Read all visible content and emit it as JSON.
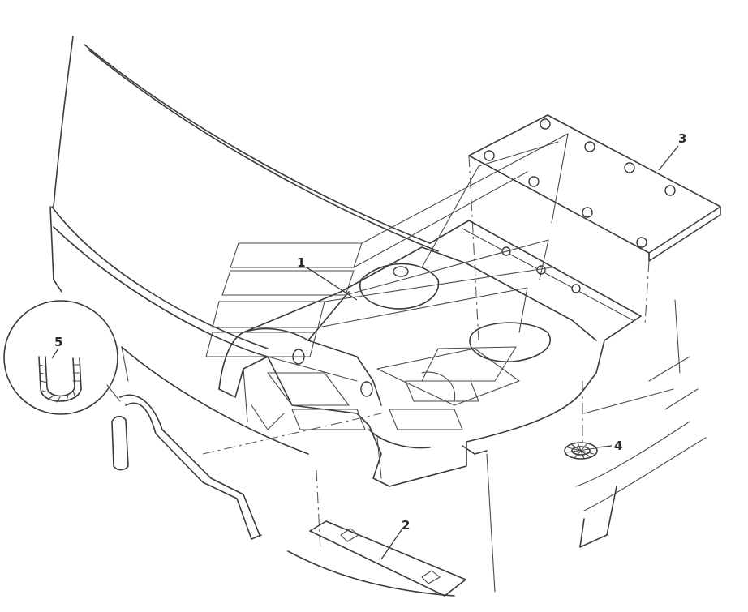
{
  "diagram": {
    "callouts": [
      {
        "id": "1",
        "label": "1"
      },
      {
        "id": "2",
        "label": "2"
      },
      {
        "id": "3",
        "label": "3"
      },
      {
        "id": "4",
        "label": "4"
      },
      {
        "id": "5",
        "label": "5"
      }
    ]
  },
  "colors": {
    "line": "#3a3a3a",
    "background": "#ffffff"
  }
}
